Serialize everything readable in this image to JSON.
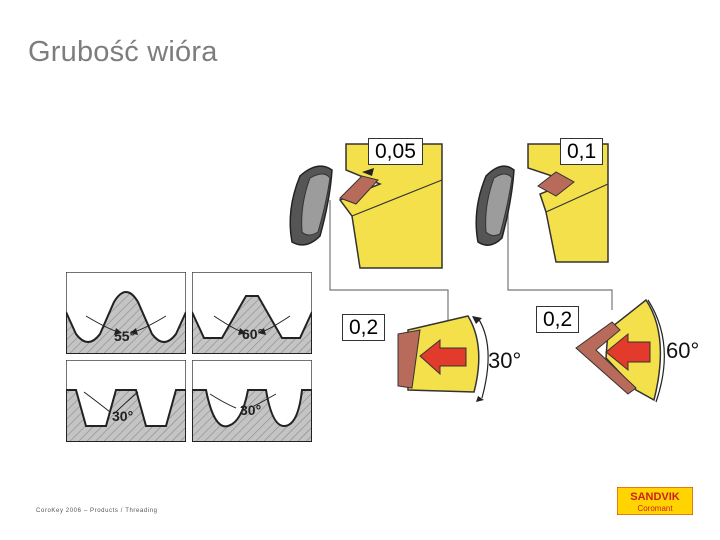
{
  "slide": {
    "title": "Grubość wióra",
    "footer": "CoroKey 2006 – Products / Threading",
    "logo": {
      "line1": "SANDVIK",
      "line2": "Coromant",
      "bg": "#ffd400",
      "text": "#cc1f1f"
    }
  },
  "profiles": [
    {
      "angle_label": "55°"
    },
    {
      "angle_label": "60°"
    },
    {
      "angle_label": "30°"
    },
    {
      "angle_label": "30°"
    }
  ],
  "diagram": {
    "chip_top_left": "0,05",
    "chip_top_right": "0,1",
    "chip_bottom_left": "0,2",
    "chip_bottom_right": "0,2",
    "angle_left": "30°",
    "angle_right": "60°"
  },
  "colors": {
    "insert_yellow": "#f4e04a",
    "arrow_red": "#e23b2c",
    "chip_gray": "#6a6a6a"
  }
}
